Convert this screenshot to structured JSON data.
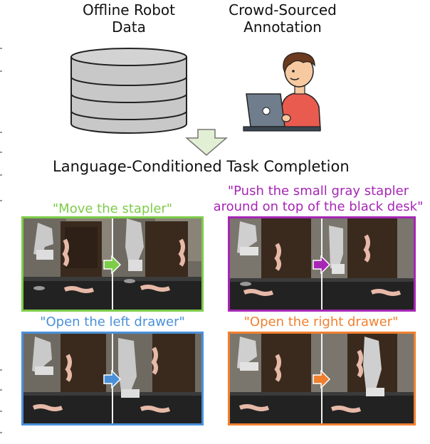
{
  "header": {
    "offline_data_label": "Offline Robot\nData",
    "crowd_label": "Crowd-Sourced\nAnnotation"
  },
  "task_title": "Language-Conditioned Task Completion",
  "colors": {
    "stapler": "#7dcc4a",
    "push": "#a626b5",
    "left_drawer": "#4a90d9",
    "right_drawer": "#f08030",
    "flow_arrow_fill": "#e2efd4"
  },
  "panels": [
    {
      "id": "move-stapler",
      "caption": "\"Move the stapler\"",
      "color_key": "stapler"
    },
    {
      "id": "push-stapler",
      "caption": "\"Push the small gray stapler\naround on top of the black desk\"",
      "color_key": "push"
    },
    {
      "id": "open-left",
      "caption": "\"Open the left drawer\"",
      "color_key": "left_drawer"
    },
    {
      "id": "open-right",
      "caption": "\"Open the right drawer\"",
      "color_key": "right_drawer"
    }
  ],
  "icons": {
    "database": "database-icon",
    "annotator": "person-laptop-icon",
    "flow_arrow": "down-arrow-icon",
    "panel_arrow": "right-arrow-icon"
  }
}
